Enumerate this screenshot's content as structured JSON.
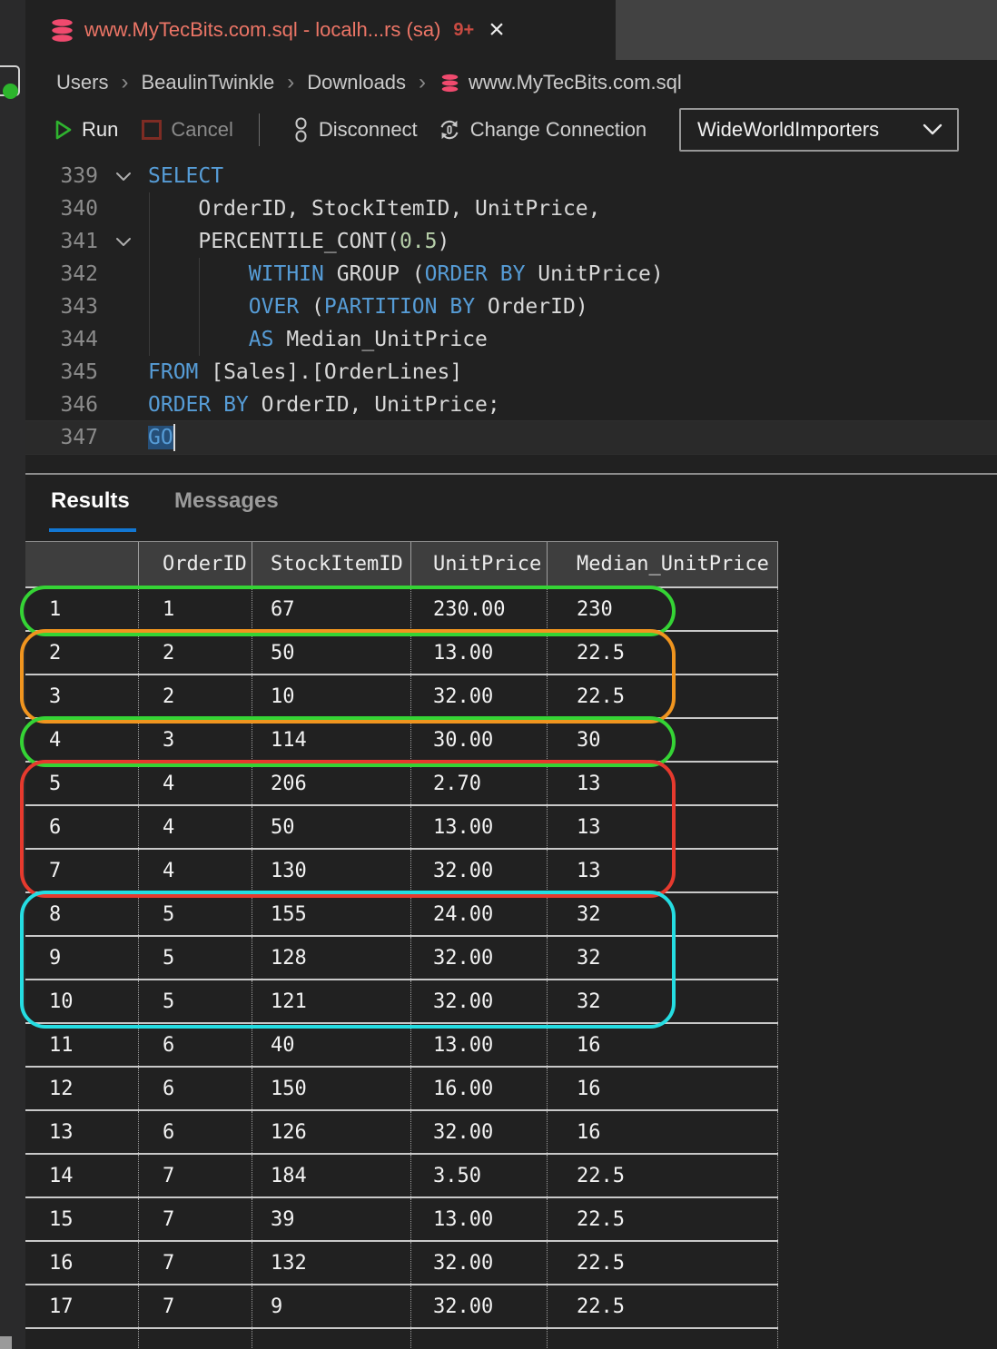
{
  "tab": {
    "title": "www.MyTecBits.com.sql - localh...rs (sa)",
    "badge": "9+",
    "close_glyph": "×"
  },
  "breadcrumb": {
    "items": [
      "Users",
      "BeaulinTwinkle",
      "Downloads"
    ],
    "separator": "›",
    "file": "www.MyTecBits.com.sql"
  },
  "toolbar": {
    "run": "Run",
    "cancel": "Cancel",
    "disconnect": "Disconnect",
    "change_connection": "Change Connection",
    "database": "WideWorldImporters"
  },
  "editor": {
    "lines": [
      {
        "num": "339",
        "fold": true,
        "tokens": [
          {
            "c": "kw",
            "t": "SELECT"
          }
        ]
      },
      {
        "num": "340",
        "fold": false,
        "tokens": [
          {
            "c": "def",
            "t": "    OrderID, StockItemID, UnitPrice,"
          }
        ]
      },
      {
        "num": "341",
        "fold": true,
        "tokens": [
          {
            "c": "def",
            "t": "    PERCENTILE_CONT("
          },
          {
            "c": "num",
            "t": "0.5"
          },
          {
            "c": "def",
            "t": ")"
          }
        ]
      },
      {
        "num": "342",
        "fold": false,
        "tokens": [
          {
            "c": "def",
            "t": "        "
          },
          {
            "c": "kw",
            "t": "WITHIN"
          },
          {
            "c": "def",
            "t": " GROUP ("
          },
          {
            "c": "kw",
            "t": "ORDER BY"
          },
          {
            "c": "def",
            "t": " UnitPrice)"
          }
        ]
      },
      {
        "num": "343",
        "fold": false,
        "tokens": [
          {
            "c": "def",
            "t": "        "
          },
          {
            "c": "kw",
            "t": "OVER"
          },
          {
            "c": "def",
            "t": " ("
          },
          {
            "c": "kw",
            "t": "PARTITION BY"
          },
          {
            "c": "def",
            "t": " OrderID)"
          }
        ]
      },
      {
        "num": "344",
        "fold": false,
        "tokens": [
          {
            "c": "def",
            "t": "        "
          },
          {
            "c": "kw",
            "t": "AS"
          },
          {
            "c": "def",
            "t": " Median_UnitPrice"
          }
        ]
      },
      {
        "num": "345",
        "fold": false,
        "tokens": [
          {
            "c": "kw",
            "t": "FROM"
          },
          {
            "c": "def",
            "t": " [Sales].[OrderLines]"
          }
        ]
      },
      {
        "num": "346",
        "fold": false,
        "tokens": [
          {
            "c": "kw",
            "t": "ORDER BY"
          },
          {
            "c": "def",
            "t": " OrderID, UnitPrice;"
          }
        ]
      },
      {
        "num": "347",
        "fold": false,
        "current": true,
        "selected": true,
        "tokens": [
          {
            "c": "kw sel",
            "t": "GO"
          }
        ]
      }
    ]
  },
  "results": {
    "tabs": [
      {
        "label": "Results",
        "active": true
      },
      {
        "label": "Messages",
        "active": false
      }
    ],
    "grid": {
      "columns": [
        "",
        "OrderID",
        "StockItemID",
        "UnitPrice",
        "Median_UnitPrice"
      ],
      "rows": [
        [
          "1",
          "1",
          "67",
          "230.00",
          "230"
        ],
        [
          "2",
          "2",
          "50",
          "13.00",
          "22.5"
        ],
        [
          "3",
          "2",
          "10",
          "32.00",
          "22.5"
        ],
        [
          "4",
          "3",
          "114",
          "30.00",
          "30"
        ],
        [
          "5",
          "4",
          "206",
          "2.70",
          "13"
        ],
        [
          "6",
          "4",
          "50",
          "13.00",
          "13"
        ],
        [
          "7",
          "4",
          "130",
          "32.00",
          "13"
        ],
        [
          "8",
          "5",
          "155",
          "24.00",
          "32"
        ],
        [
          "9",
          "5",
          "128",
          "32.00",
          "32"
        ],
        [
          "10",
          "5",
          "121",
          "32.00",
          "32"
        ],
        [
          "11",
          "6",
          "40",
          "13.00",
          "16"
        ],
        [
          "12",
          "6",
          "150",
          "16.00",
          "16"
        ],
        [
          "13",
          "6",
          "126",
          "32.00",
          "16"
        ],
        [
          "14",
          "7",
          "184",
          "3.50",
          "22.5"
        ],
        [
          "15",
          "7",
          "39",
          "13.00",
          "22.5"
        ],
        [
          "16",
          "7",
          "132",
          "32.00",
          "22.5"
        ],
        [
          "17",
          "7",
          "9",
          "32.00",
          "22.5"
        ]
      ]
    },
    "annotations": [
      {
        "rows": [
          1,
          1
        ],
        "color": "#35d435"
      },
      {
        "rows": [
          2,
          3
        ],
        "color": "#f0951f"
      },
      {
        "rows": [
          4,
          4
        ],
        "color": "#35d435"
      },
      {
        "rows": [
          5,
          7
        ],
        "color": "#e63a2e"
      },
      {
        "rows": [
          8,
          10
        ],
        "color": "#25dde2"
      }
    ]
  },
  "icons": {
    "database": "database-icon",
    "run": "play-icon",
    "cancel": "stop-square-icon",
    "disconnect": "broken-link-icon",
    "change_connection": "refresh-plug-icon",
    "dropdown": "chevron-down-icon",
    "fold": "chevron-down-icon",
    "close": "close-icon"
  },
  "colors": {
    "keyword": "#569cd6",
    "number_literal": "#b5cea8",
    "tab_title": "#ec7566",
    "results_underline": "#1277d3",
    "annotation_green": "#35d435",
    "annotation_orange": "#f0951f",
    "annotation_red": "#e63a2e",
    "annotation_cyan": "#25dde2"
  }
}
